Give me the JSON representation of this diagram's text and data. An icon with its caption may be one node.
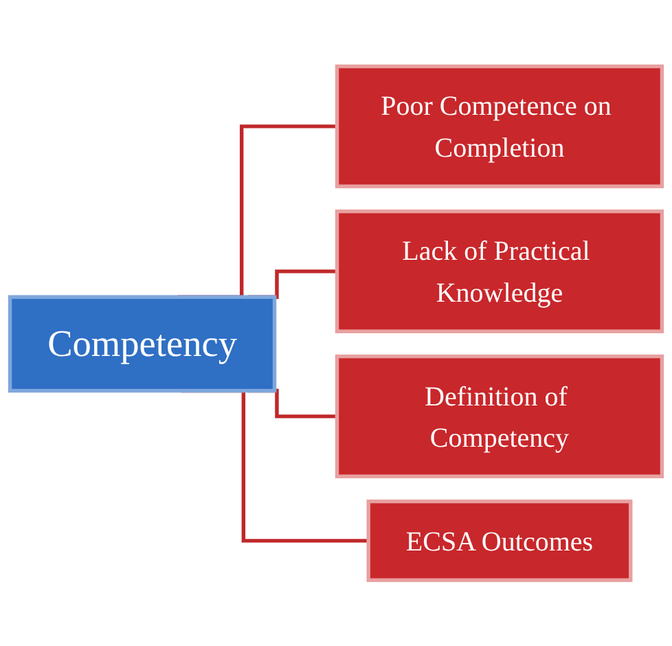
{
  "diagram": {
    "nodes": [
      {
        "text": [
          "Competency"
        ]
      },
      {
        "text": [
          "Poor Competence on Completion"
        ]
      },
      {
        "text": [
          "Lack of Practical Knowledge"
        ]
      },
      {
        "text": [
          "Definition of Competency"
        ]
      },
      {
        "text": [
          "ECSA Outcomes"
        ]
      }
    ],
    "edges": [
      {
        "from": 0,
        "to": 1,
        "arrow": "none"
      },
      {
        "from": 0,
        "to": 2,
        "arrow": "none"
      },
      {
        "from": 0,
        "to": 3,
        "arrow": "none"
      },
      {
        "from": 0,
        "to": 4,
        "arrow": "none"
      }
    ]
  }
}
